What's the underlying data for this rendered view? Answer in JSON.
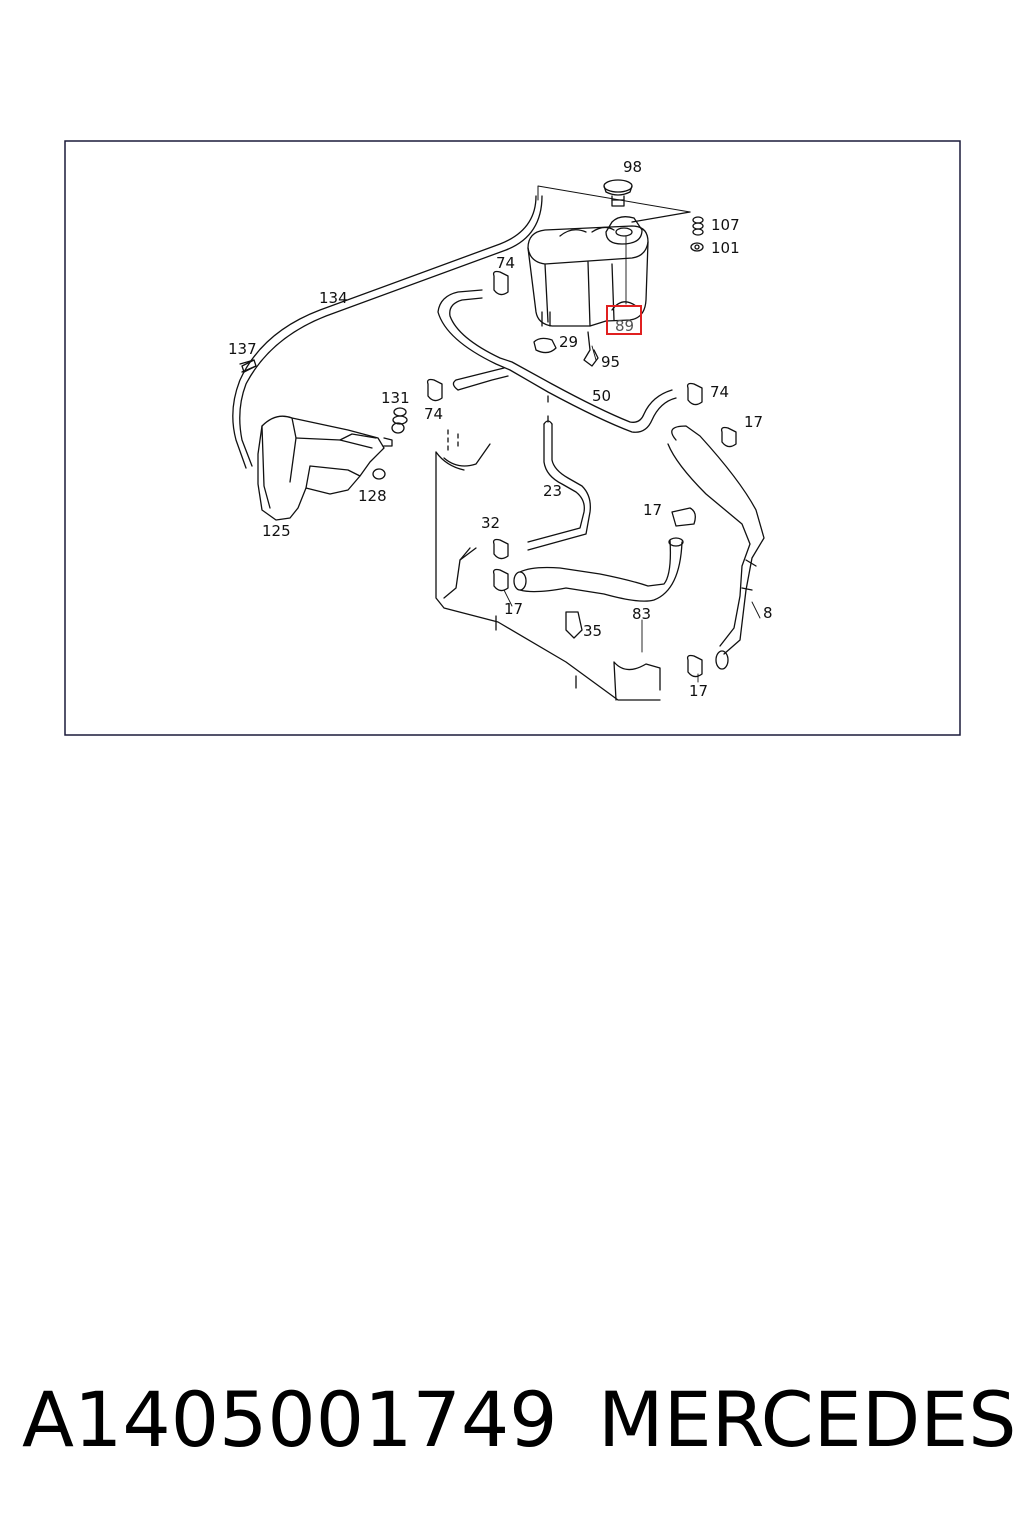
{
  "diagram": {
    "frame_color": "#1a1a3a",
    "highlight_color": "#e02020",
    "highlighted_callout": "89",
    "callouts": {
      "c98": "98",
      "c107": "107",
      "c101": "101",
      "c74a": "74",
      "c134": "134",
      "c89": "89",
      "c137": "137",
      "c29": "29",
      "c95": "95",
      "c131": "131",
      "c74b": "74",
      "c50": "50",
      "c74c": "74",
      "c17a": "17",
      "c128": "128",
      "c23": "23",
      "c125": "125",
      "c17b": "17",
      "c32": "32",
      "c17c": "17",
      "c35": "35",
      "c83": "83",
      "c8": "8",
      "c17d": "17"
    }
  },
  "caption": {
    "part_number": "A1405001749",
    "brand": "MERCEDES"
  }
}
